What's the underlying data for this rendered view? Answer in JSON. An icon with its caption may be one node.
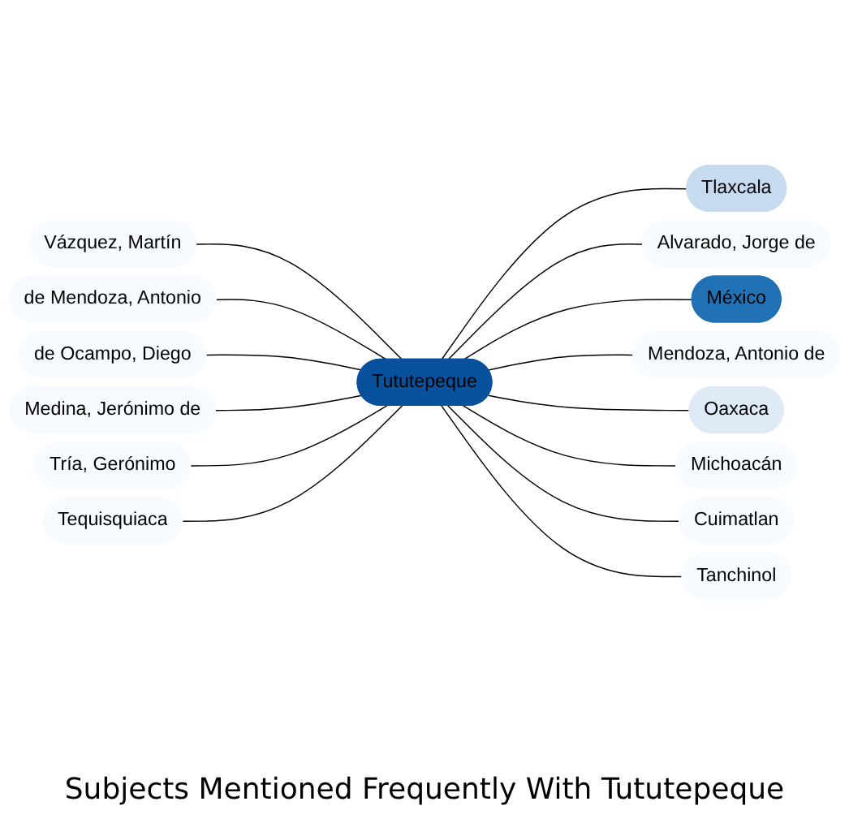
{
  "diagram": {
    "caption": "Subjects Mentioned Frequently With Tututepeque",
    "nodes": [
      {
        "text": [
          "Vázquez, Martín"
        ]
      },
      {
        "text": [
          "de Mendoza, Antonio"
        ]
      },
      {
        "text": [
          "de Ocampo, Diego"
        ]
      },
      {
        "text": [
          "Medina, Jerónimo de"
        ]
      },
      {
        "text": [
          "Tría, Gerónimo"
        ]
      },
      {
        "text": [
          "Tequisquiaca"
        ]
      },
      {
        "text": [
          "Tututepeque"
        ]
      },
      {
        "text": [
          "Tlaxcala"
        ]
      },
      {
        "text": [
          "Alvarado, Jorge de"
        ]
      },
      {
        "text": [
          "México"
        ]
      },
      {
        "text": [
          "Mendoza, Antonio de"
        ]
      },
      {
        "text": [
          "Oaxaca"
        ]
      },
      {
        "text": [
          "Michoacán"
        ]
      },
      {
        "text": [
          "Cuimatlan"
        ]
      },
      {
        "text": [
          "Tanchinol"
        ]
      }
    ],
    "edges": [
      {
        "from": 0,
        "to": 6,
        "arrow": "none"
      },
      {
        "from": 1,
        "to": 6,
        "arrow": "none"
      },
      {
        "from": 2,
        "to": 6,
        "arrow": "none"
      },
      {
        "from": 3,
        "to": 6,
        "arrow": "none"
      },
      {
        "from": 4,
        "to": 6,
        "arrow": "none"
      },
      {
        "from": 5,
        "to": 6,
        "arrow": "none"
      },
      {
        "from": 6,
        "to": 7,
        "arrow": "none"
      },
      {
        "from": 6,
        "to": 8,
        "arrow": "none"
      },
      {
        "from": 6,
        "to": 9,
        "arrow": "none"
      },
      {
        "from": 6,
        "to": 10,
        "arrow": "none"
      },
      {
        "from": 6,
        "to": 11,
        "arrow": "none"
      },
      {
        "from": 6,
        "to": 12,
        "arrow": "none"
      },
      {
        "from": 6,
        "to": 13,
        "arrow": "none"
      },
      {
        "from": 6,
        "to": 14,
        "arrow": "none"
      }
    ]
  }
}
